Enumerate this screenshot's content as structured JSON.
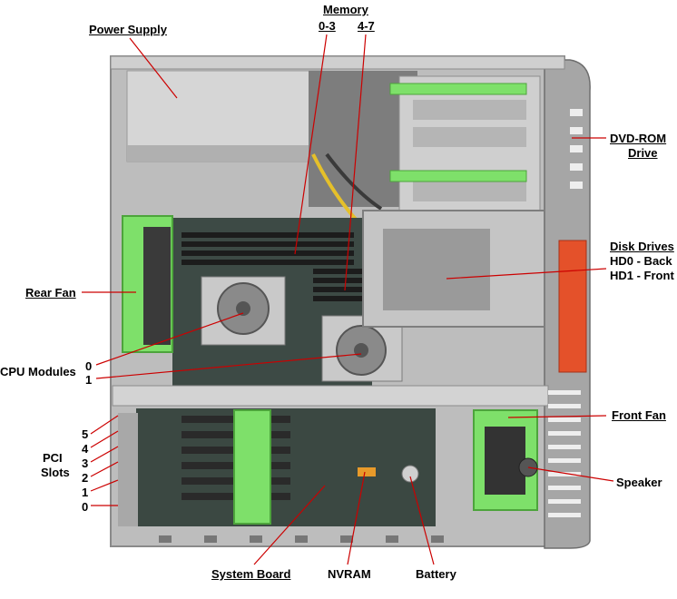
{
  "labels": {
    "power_supply": "Power Supply",
    "memory": "Memory",
    "memory_bank_a": "0-3",
    "memory_bank_b": "4-7",
    "dvd_rom_line1": "DVD-ROM",
    "dvd_rom_line2": "Drive",
    "disk_drives": "Disk Drives",
    "hd0": "HD0 - Back",
    "hd1": "HD1 - Front",
    "rear_fan": "Rear Fan",
    "cpu_modules": "CPU Modules",
    "cpu_0": "0",
    "cpu_1": "1",
    "front_fan": "Front Fan",
    "pci_line1": "PCI",
    "pci_line2": "Slots",
    "pci_slots": [
      "5",
      "4",
      "3",
      "2",
      "1",
      "0"
    ],
    "speaker": "Speaker",
    "system_board": "System Board",
    "nvram": "NVRAM",
    "battery": "Battery"
  },
  "colors": {
    "chassis": "#b9b9b9",
    "panel": "#9c9c9c",
    "dark": "#2a2a2a",
    "green": "#7ee06a",
    "orange": "#e4512a",
    "leader": "#cc0000"
  }
}
